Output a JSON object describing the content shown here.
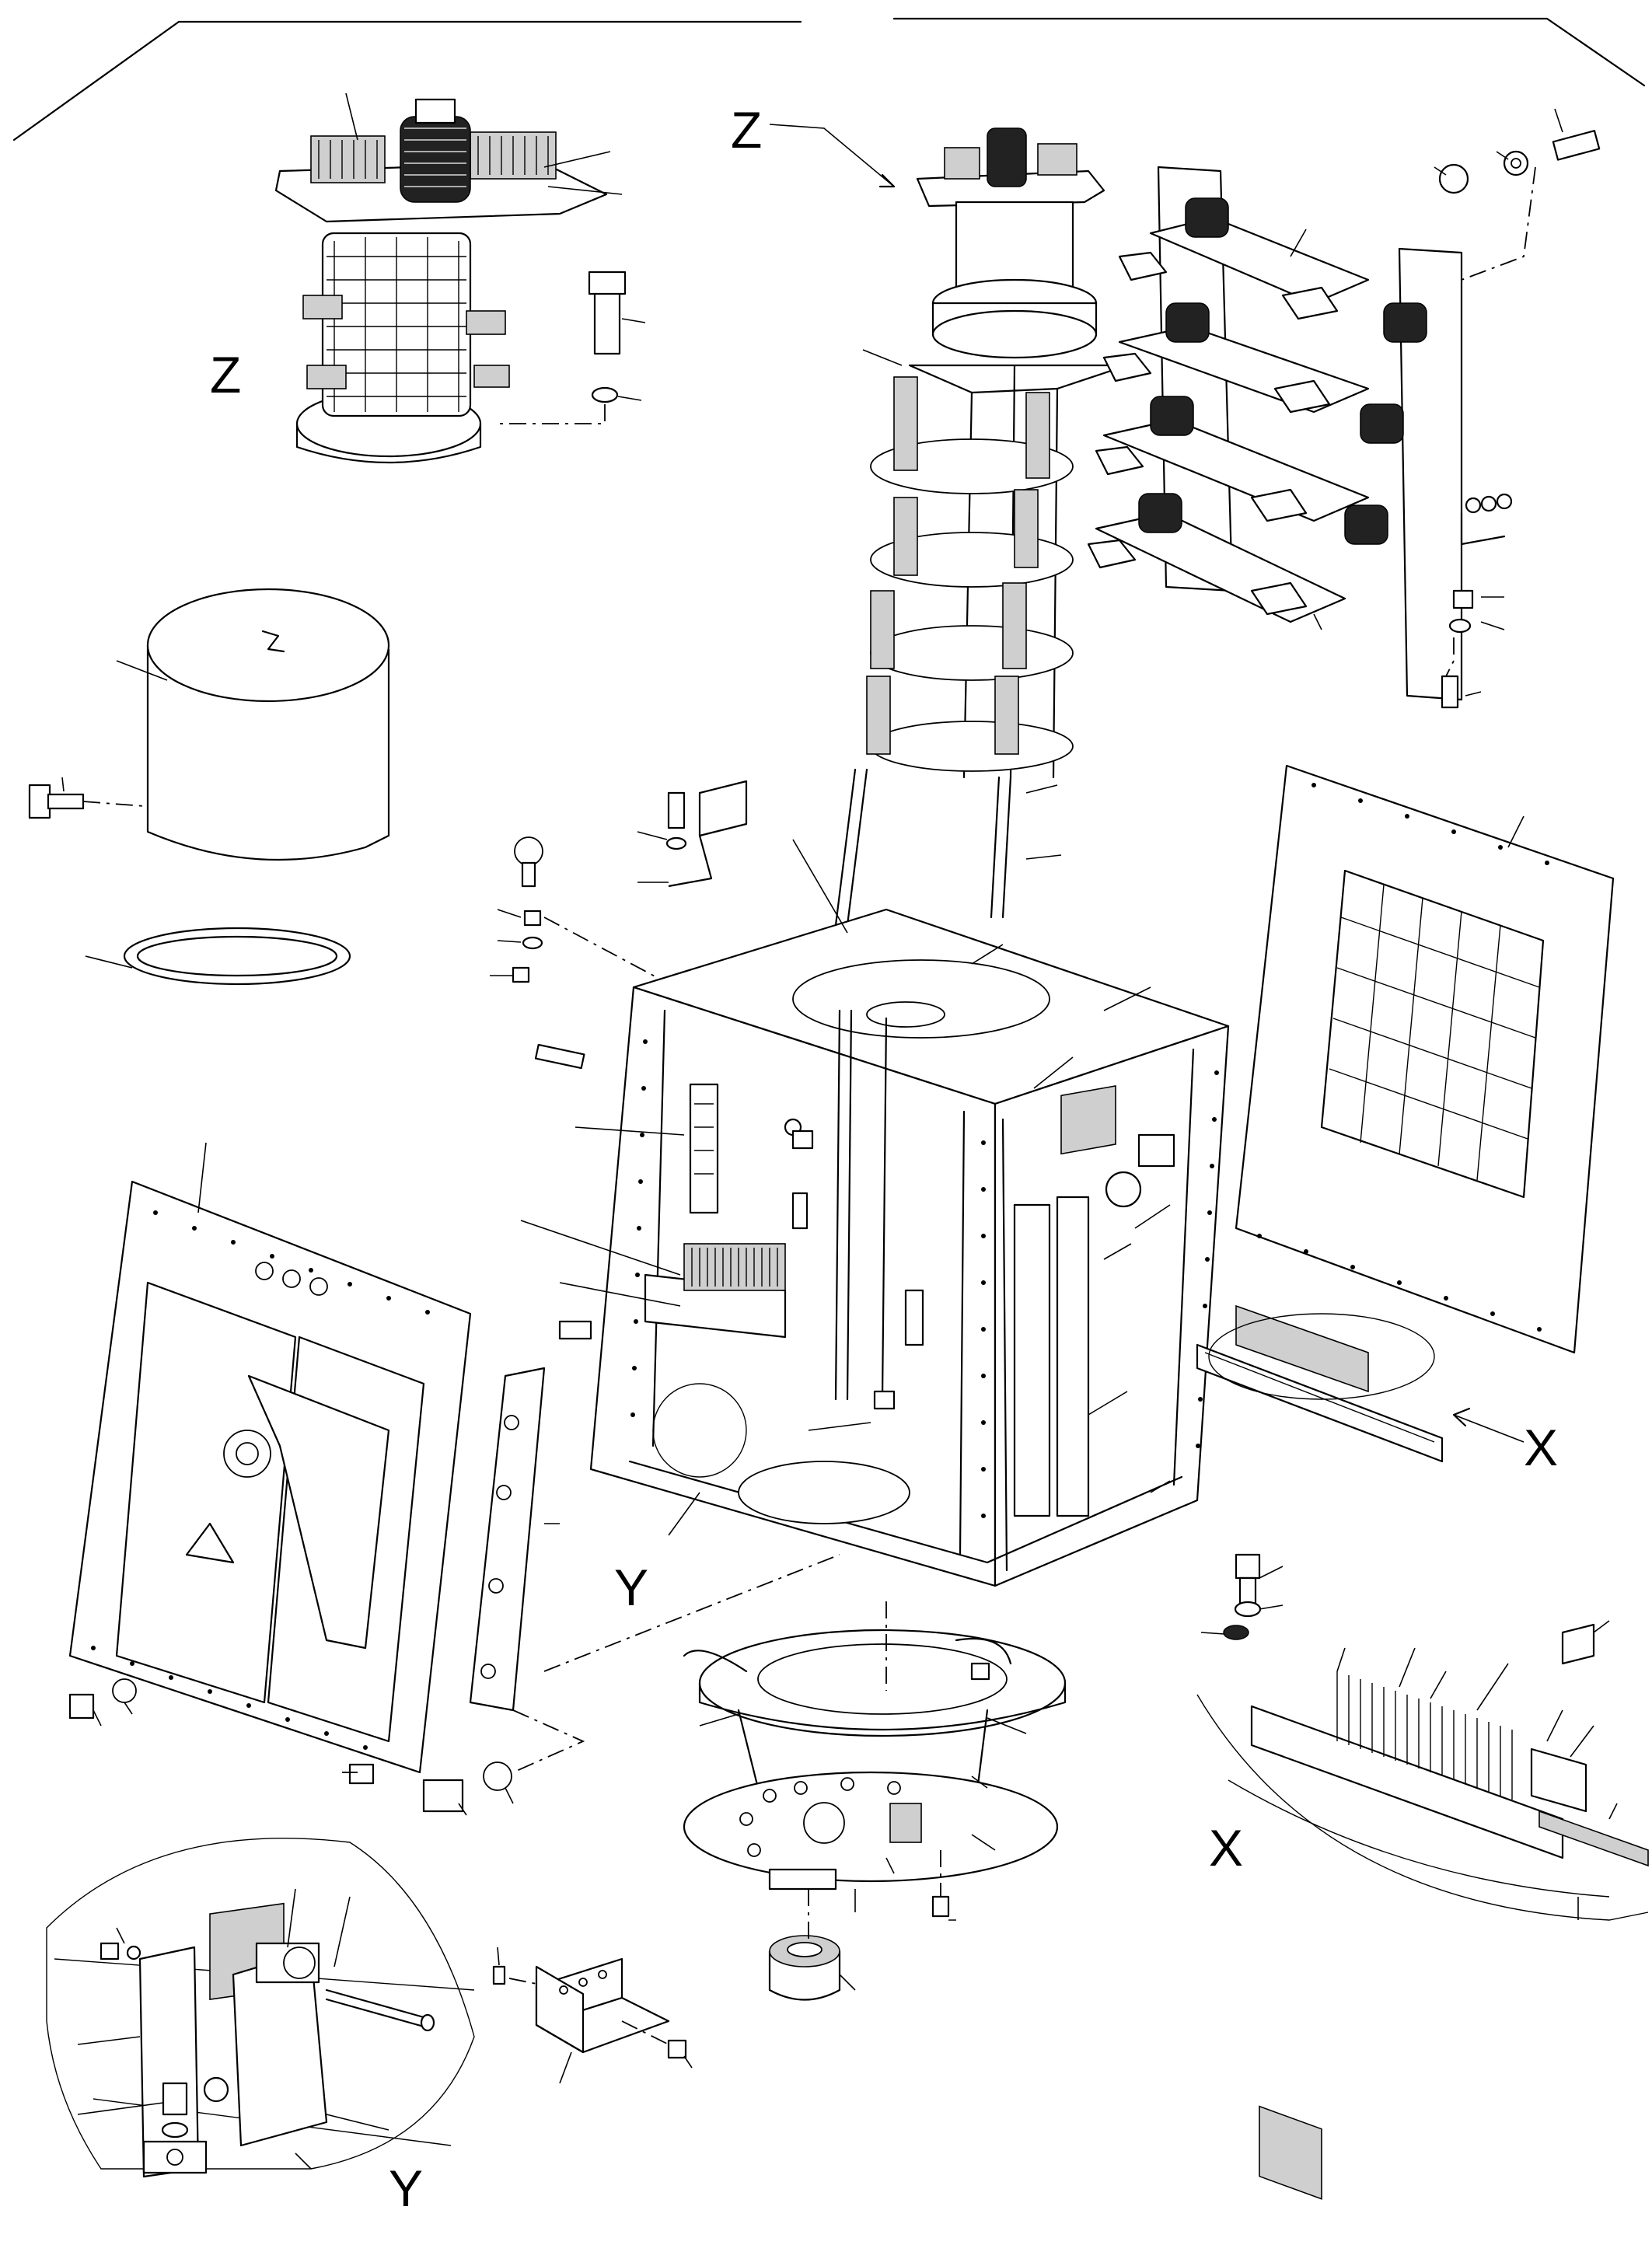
{
  "drawing": {
    "type": "exploded parts diagram",
    "callouts": {
      "z_main": "Z",
      "z_detail": "Z",
      "x_main": "X",
      "x_detail": "X",
      "y_main": "Y",
      "y_detail": "Y"
    }
  }
}
